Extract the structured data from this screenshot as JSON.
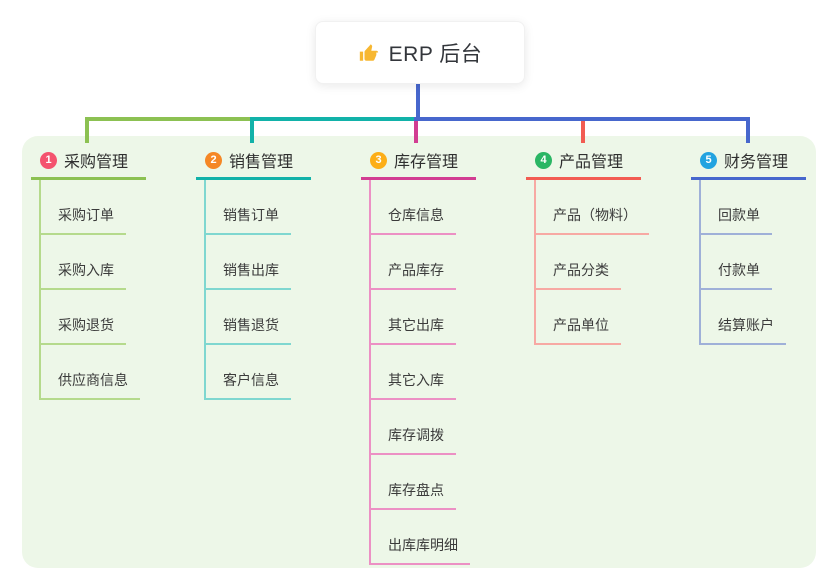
{
  "root": {
    "title": "ERP 后台",
    "icon": "thumbs-up-icon",
    "icon_color": "#f7b731"
  },
  "theme": {
    "canvas_background": "#edf7e8",
    "page_background": "#ffffff",
    "text_color": "#3b3b3b"
  },
  "branches": [
    {
      "index": "1",
      "title": "采购管理",
      "color": "#8cc152",
      "light_color": "#b5da8c",
      "badge_color": "#f4536e",
      "children": [
        "采购订单",
        "采购入库",
        "采购退货",
        "供应商信息"
      ]
    },
    {
      "index": "2",
      "title": "销售管理",
      "color": "#12b2a9",
      "light_color": "#7fd7d0",
      "badge_color": "#f58725",
      "children": [
        "销售订单",
        "销售出库",
        "销售退货",
        "客户信息"
      ]
    },
    {
      "index": "3",
      "title": "库存管理",
      "color": "#d23d92",
      "light_color": "#ec90c4",
      "badge_color": "#fcae17",
      "children": [
        "仓库信息",
        "产品库存",
        "其它出库",
        "其它入库",
        "库存调拨",
        "库存盘点",
        "出库库明细"
      ]
    },
    {
      "index": "4",
      "title": "产品管理",
      "color": "#f25c52",
      "light_color": "#f7a9a3",
      "badge_color": "#2ab664",
      "children": [
        "产品（物料）",
        "产品分类",
        "产品单位"
      ]
    },
    {
      "index": "5",
      "title": "财务管理",
      "color": "#4767cd",
      "light_color": "#9fb0d8",
      "badge_color": "#22a3e0",
      "children": [
        "回款单",
        "付款单",
        "结算账户"
      ]
    }
  ]
}
